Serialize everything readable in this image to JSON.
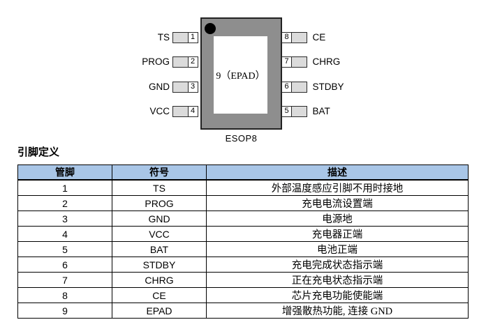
{
  "diagram": {
    "package_label": "ESOP8",
    "epad_label": "9（EPAD）",
    "left_pins": [
      {
        "number": "1",
        "name": "TS"
      },
      {
        "number": "2",
        "name": "PROG"
      },
      {
        "number": "3",
        "name": "GND"
      },
      {
        "number": "4",
        "name": "VCC"
      }
    ],
    "right_pins": [
      {
        "number": "8",
        "name": "CE"
      },
      {
        "number": "7",
        "name": "CHRG"
      },
      {
        "number": "6",
        "name": "STDBY"
      },
      {
        "number": "5",
        "name": "BAT"
      }
    ]
  },
  "section": {
    "title": "引脚定义"
  },
  "table": {
    "headers": [
      "管脚",
      "符号",
      "描述"
    ],
    "rows": [
      [
        "1",
        "TS",
        "外部温度感应引脚不用时接地"
      ],
      [
        "2",
        "PROG",
        "充电电流设置端"
      ],
      [
        "3",
        "GND",
        "电源地"
      ],
      [
        "4",
        "VCC",
        "充电器正端"
      ],
      [
        "5",
        "BAT",
        "电池正端"
      ],
      [
        "6",
        "STDBY",
        "充电完成状态指示端"
      ],
      [
        "7",
        "CHRG",
        "正在充电状态指示端"
      ],
      [
        "8",
        "CE",
        "芯片充电功能使能端"
      ],
      [
        "9",
        "EPAD",
        "增强散热功能, 连接 GND"
      ]
    ]
  },
  "colors": {
    "chip_body": "#8e8e8e",
    "pin_pad": "#dbdbdb",
    "table_header_bg": "#a9c6e7"
  }
}
